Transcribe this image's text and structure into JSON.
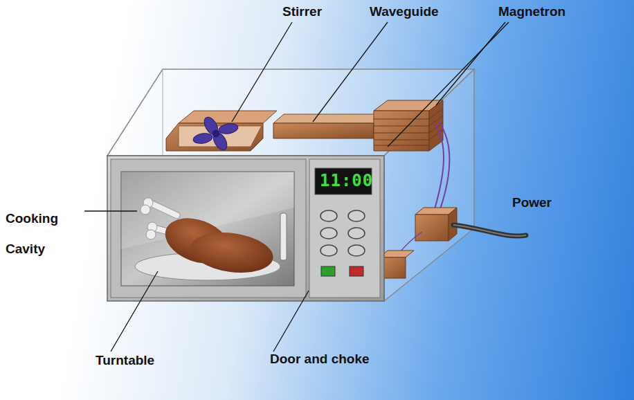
{
  "diagram": {
    "labels": [
      "Stirrer",
      "Waveguide",
      "Magnetron",
      "Cooking Cavity",
      "Power",
      "Turntable",
      "Door and choke",
      "11:00"
    ]
  }
}
